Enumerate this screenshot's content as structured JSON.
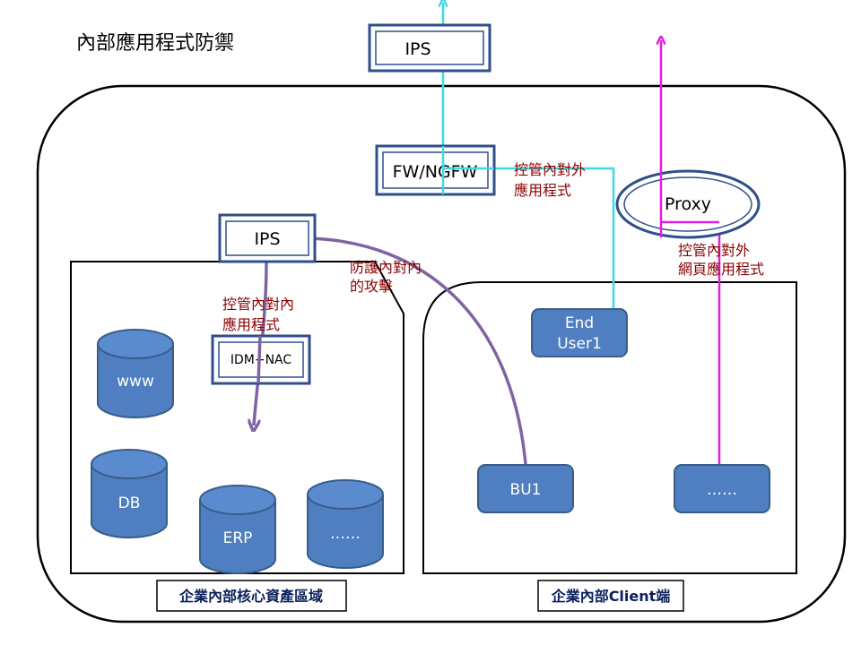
{
  "diagram": {
    "title": "內部應用程式防禦",
    "nodes": {
      "ips_top": "IPS",
      "fw_ngfw": "FW/NGFW",
      "proxy": "Proxy",
      "ips_inner": "IPS",
      "idm_nac": "IDM+NAC",
      "www": "www",
      "db": "DB",
      "erp": "ERP",
      "core_more": "……",
      "end_user_line1": "End",
      "end_user_line2": "User1",
      "bu1": "BU1",
      "client_more": "……"
    },
    "annotations": {
      "fw_line1": "控管內對外",
      "fw_line2": "應用程式",
      "proxy_line1": "控管內對外",
      "proxy_line2": "網頁應用程式",
      "ips_line1": "防護內對內",
      "ips_line2": "的攻擊",
      "idm_line1": "控管內對內",
      "idm_line2": "應用程式"
    },
    "zones": {
      "core": "企業內部核心資產區域",
      "client": "企業內部Client端"
    },
    "colors": {
      "box_border": "#2f4f8a",
      "node_fill": "#4f7fc0",
      "node_stroke": "#385d8a",
      "cyan_path": "#3fd8e6",
      "magenta_path": "#e020e0",
      "purple_path": "#8064a2",
      "annotation": "#8b0000"
    }
  }
}
